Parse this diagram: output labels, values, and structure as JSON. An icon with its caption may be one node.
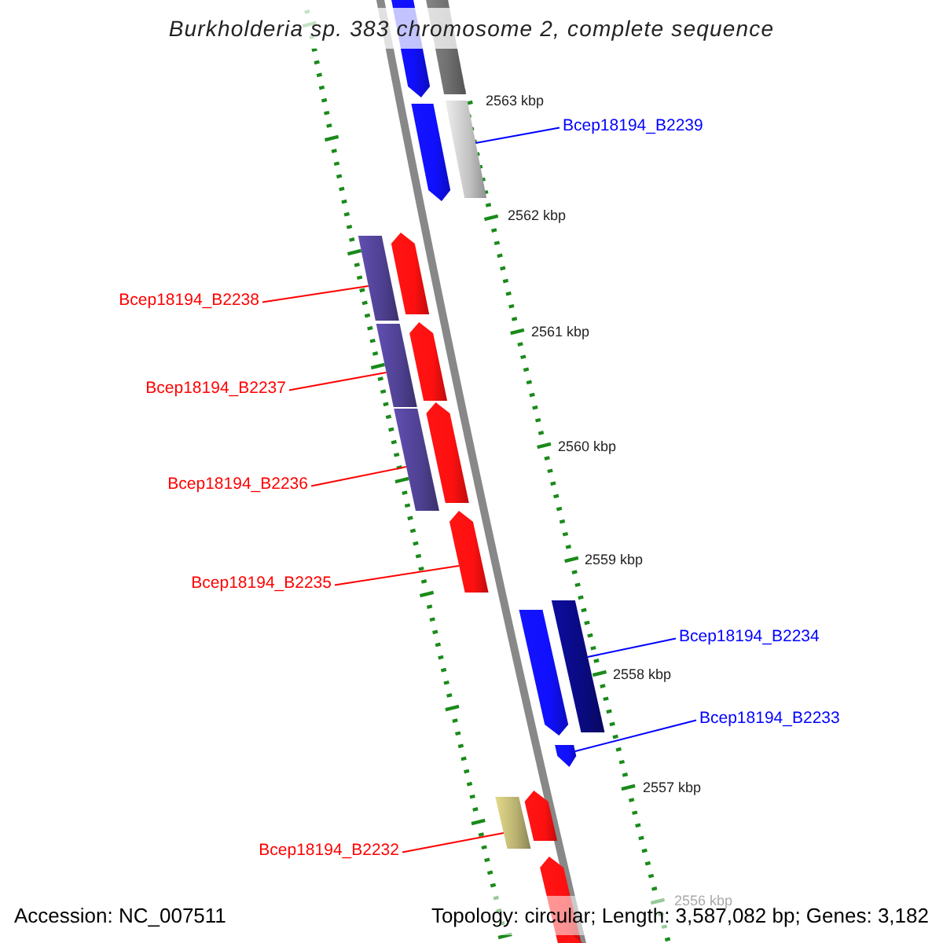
{
  "diagram": {
    "title": "Burkholderia sp. 383 chromosome 2, complete sequence",
    "nodes": [
      {
        "text": [
          "Bcep18194_B2239"
        ]
      },
      {
        "text": [
          "Bcep18194_B2238"
        ]
      },
      {
        "text": [
          "Bcep18194_B2237"
        ]
      },
      {
        "text": [
          "Bcep18194_B2236"
        ]
      },
      {
        "text": [
          "Bcep18194_B2235"
        ]
      },
      {
        "text": [
          "Bcep18194_B2234"
        ]
      },
      {
        "text": [
          "Bcep18194_B2233"
        ]
      },
      {
        "text": [
          "Bcep18194_B2232"
        ]
      },
      {
        "text": [],
        "shape": "pentagon"
      },
      {
        "text": [],
        "shape": "bar"
      },
      {
        "text": [],
        "shape": "pentagon"
      },
      {
        "text": [],
        "shape": "bar"
      },
      {
        "text": [],
        "shape": "bar"
      },
      {
        "text": [],
        "shape": "pentagon"
      },
      {
        "text": [],
        "shape": "bar"
      },
      {
        "text": [],
        "shape": "pentagon"
      },
      {
        "text": [],
        "shape": "bar"
      },
      {
        "text": [],
        "shape": "pentagon"
      },
      {
        "text": [],
        "shape": "pentagon"
      },
      {
        "text": [],
        "shape": "pentagon"
      },
      {
        "text": [],
        "shape": "bar"
      },
      {
        "text": [],
        "shape": "pentagon"
      },
      {
        "text": [],
        "shape": "bar"
      },
      {
        "text": [],
        "shape": "pentagon"
      },
      {
        "text": [],
        "shape": "pentagon"
      },
      {
        "text": [],
        "shape": "pentagon"
      }
    ],
    "edges": [
      {
        "from": 0,
        "to": 11,
        "arrow": "none",
        "color": "#0000ff"
      },
      {
        "from": 1,
        "to": 12,
        "arrow": "none"
      },
      {
        "from": 2,
        "to": 14,
        "arrow": "none"
      },
      {
        "from": 3,
        "to": 16,
        "arrow": "none"
      },
      {
        "from": 4,
        "to": 18,
        "arrow": "none"
      },
      {
        "from": 5,
        "to": 20,
        "arrow": "none",
        "color": "#0000ff"
      },
      {
        "from": 6,
        "to": 21,
        "arrow": "none",
        "color": "#0000ff"
      },
      {
        "from": 7,
        "to": 22,
        "arrow": "none"
      }
    ],
    "labels": [
      "2563 kbp",
      "2562 kbp",
      "2561 kbp",
      "2560 kbp",
      "2559 kbp",
      "2558 kbp",
      "2557 kbp",
      "2556 kbp",
      "Accession: NC_007511",
      "Topology: circular; Length: 3,587,082 bp; Genes: 3,182"
    ]
  }
}
